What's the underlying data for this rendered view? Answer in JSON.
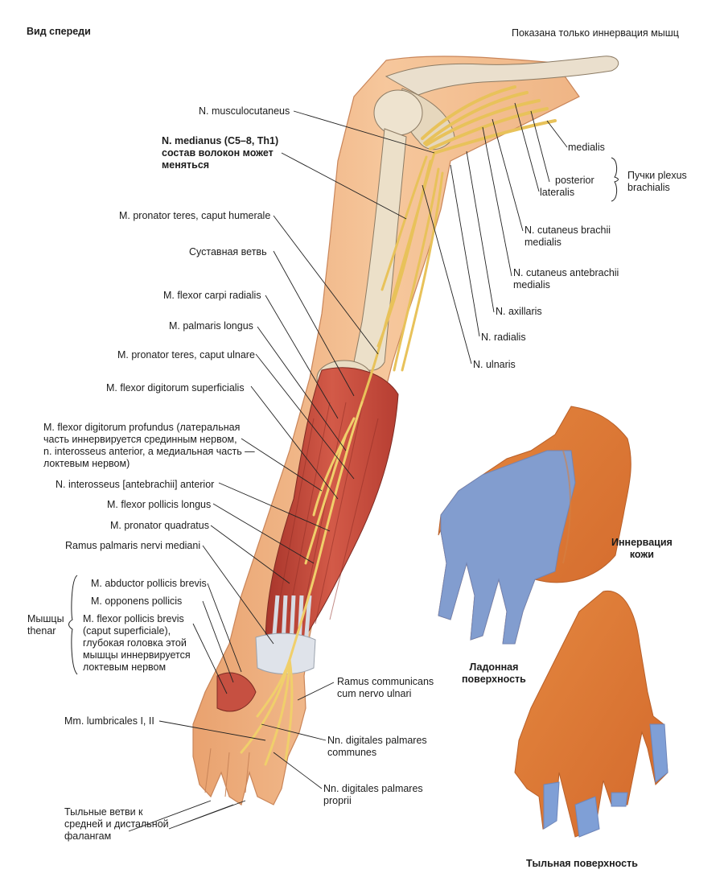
{
  "header": {
    "left_title": "Вид спереди",
    "right_note": "Показана только иннервация мышц"
  },
  "labels": {
    "musculocutaneus": "N. musculocutaneus",
    "medianus_1": "N. medianus (C5–8, Th1)",
    "medianus_2": "состав волокон может",
    "medianus_3": "меняться",
    "pronator_humerale": "M. pronator teres, caput humerale",
    "articular_branch": "Суставная ветвь",
    "flexor_carpi_radialis": "M. flexor carpi radialis",
    "palmaris_longus": "M. palmaris longus",
    "pronator_ulnare": "M. pronator teres, caput ulnare",
    "fds": "M. flexor digitorum superficialis",
    "fdp_1": "M. flexor digitorum profundus (латеральная",
    "fdp_2": "часть иннервируется срединным нервом,",
    "fdp_3": "n. interosseus anterior, а медиальная часть —",
    "fdp_4": "локтевым нервом)",
    "interosseus": "N. interosseus [antebrachii] anterior",
    "fpl": "M. flexor pollicis longus",
    "pronator_quadratus": "M. pronator quadratus",
    "ramus_palmaris": "Ramus palmaris nervi mediani",
    "abductor": "M. abductor pollicis brevis",
    "opponens": "M. opponens pollicis",
    "fpb_1": "M. flexor pollicis brevis",
    "fpb_2": "(caput superficiale),",
    "fpb_3": "глубокая головка этой",
    "fpb_4": "мышцы иннервируется",
    "fpb_5": "локтевым нервом",
    "thenar_1": "Мышцы",
    "thenar_2": "thenar",
    "lumbricales": "Mm. lumbricales I, II",
    "dorsal_1": "Тыльные ветви к",
    "dorsal_2": "средней и дистальной",
    "dorsal_3": "фалангам",
    "medialis": "medialis",
    "posterior": "posterior",
    "lateralis": "lateralis",
    "plexus_1": "Пучки plexus",
    "plexus_2": "brachialis",
    "cut_brachii_1": "N. cutaneus brachii",
    "cut_brachii_2": "medialis",
    "cut_antebrachii_1": "N. cutaneus antebrachii",
    "cut_antebrachii_2": "medialis",
    "axillaris": "N. axillaris",
    "radialis": "N. radialis",
    "ulnaris": "N. ulnaris",
    "ramus_comm_1": "Ramus communicans",
    "ramus_comm_2": "cum nervo ulnari",
    "digitales_comm_1": "Nn. digitales palmares",
    "digitales_comm_2": "communes",
    "digitales_prop_1": "Nn. digitales palmares",
    "digitales_prop_2": "proprii",
    "skin_1": "Иннервация",
    "skin_2": "кожи",
    "palmar_1": "Ладонная",
    "palmar_2": "поверхность",
    "dorsal_surface": "Тыльная поверхность"
  },
  "colors": {
    "nerve": "#e8c25a",
    "bone": "#e9dcc6",
    "skin": "#f3b98a",
    "muscle": "#c0463a",
    "tendon": "#cfd3dc",
    "innervated_skin": "#7f9fd6",
    "hand_skin": "#e07b3c"
  }
}
